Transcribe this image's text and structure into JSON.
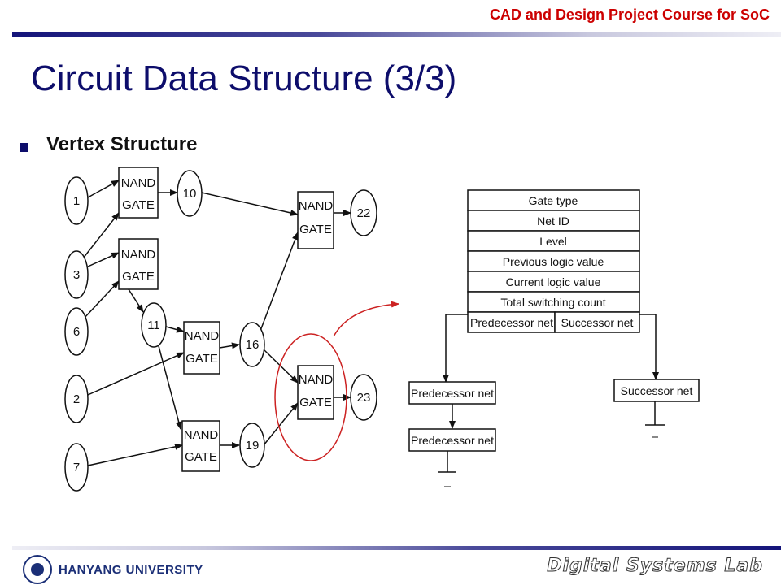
{
  "header": {
    "course": "CAD and Design Project Course for SoC",
    "title": "Circuit Data Structure (3/3)"
  },
  "bullet": {
    "text": "Vertex Structure"
  },
  "colors": {
    "title": "#0d0d6b",
    "course": "#cc0000",
    "highlight": "#cc2222"
  },
  "circuit": {
    "inputs": [
      "1",
      "3",
      "6",
      "2",
      "7"
    ],
    "nets": [
      "10",
      "11",
      "16",
      "19",
      "22",
      "23"
    ],
    "gate_line1": "NAND",
    "gate_line2": "GATE"
  },
  "vertex": {
    "fields": [
      "Gate type",
      "Net ID",
      "Level",
      "Previous logic value",
      "Current logic value",
      "Total switching count"
    ],
    "pred_cell": "Predecessor net",
    "succ_cell": "Successor net",
    "pred_list": [
      "Predecessor net",
      "Predecessor net"
    ],
    "succ_list": [
      "Successor net"
    ]
  },
  "footer": {
    "university": "HANYANG UNIVERSITY",
    "lab": "Digital Systems Lab"
  }
}
